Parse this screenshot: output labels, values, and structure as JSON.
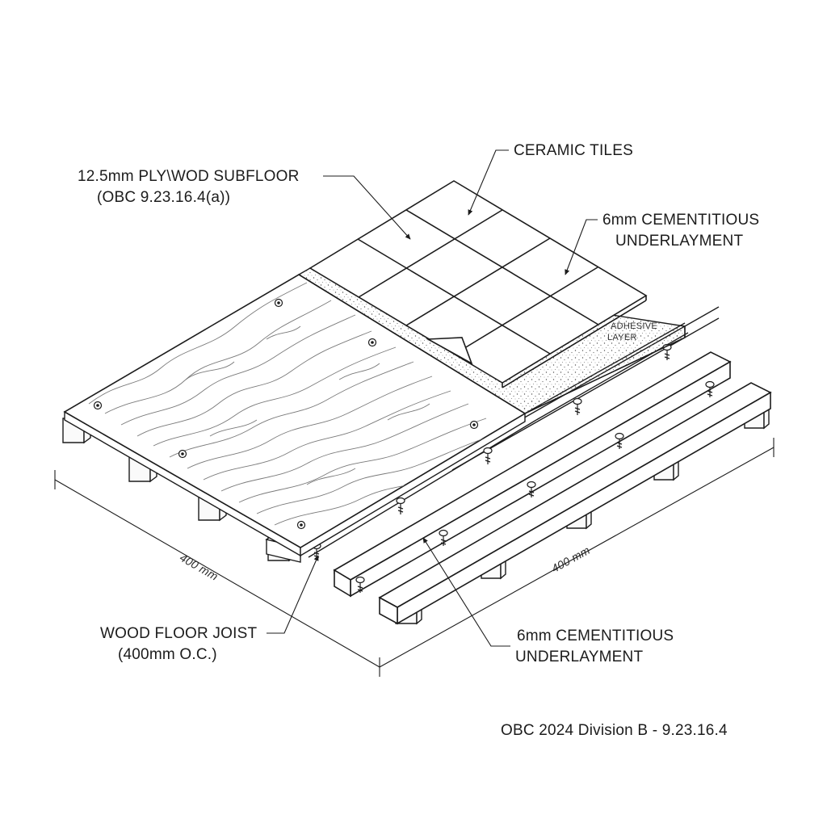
{
  "labels": {
    "plywood_line1": "12.5mm PLY\\WOD SUBFLOOR",
    "plywood_line2": "(OBC 9.23.16.4(a))",
    "tiles": "CERAMIC TILES",
    "underlay_top_line1": "6mm CEMENTITIOUS",
    "underlay_top_line2": "UNDERLAYMENT",
    "adhesive_line1": "ADHESIVE",
    "adhesive_line2": "LAYER",
    "joist_line1": "WOOD FLOOR JOIST",
    "joist_line2": "(400mm O.C.)",
    "underlay_bottom_line1": "6mm CEMENTITIOUS",
    "underlay_bottom_line2": "UNDERLAYMENT"
  },
  "dimensions": {
    "left": "400 mm",
    "right": "400 mm"
  },
  "reference": "OBC 2024 Division B - 9.23.16.4",
  "colors": {
    "line": "#1c1c1c",
    "grain": "#7a7a7a",
    "background": "#ffffff"
  }
}
